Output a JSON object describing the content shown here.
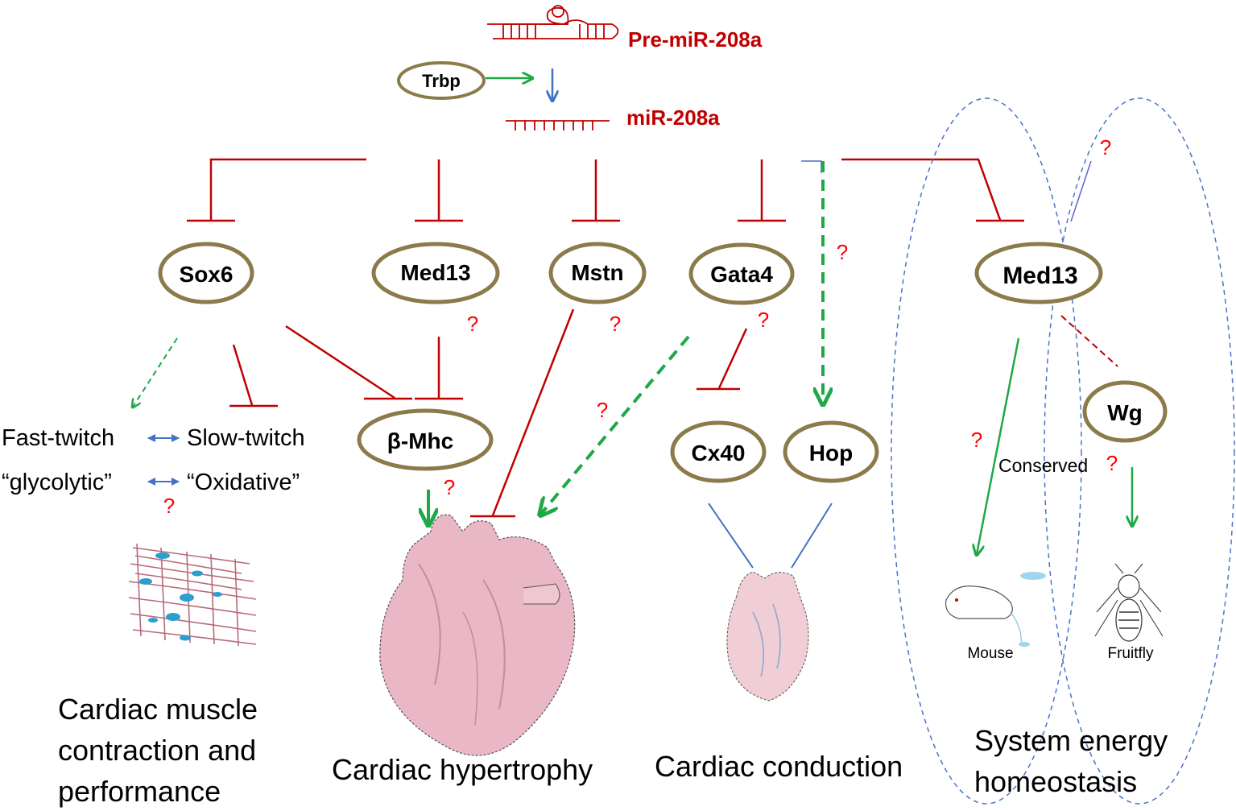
{
  "mirna": {
    "pre_label": "Pre-miR-208a",
    "mature_label": "miR-208a",
    "processor": "Trbp"
  },
  "targets": {
    "sox6": "Sox6",
    "med13_left": "Med13",
    "mstn": "Mstn",
    "gata4": "Gata4",
    "med13_right": "Med13"
  },
  "downstream": {
    "beta_mhc": "β-Mhc",
    "cx40": "Cx40",
    "hop": "Hop",
    "wg": "Wg"
  },
  "fiber_types": {
    "fast": "Fast-twitch",
    "slow": "Slow-twitch",
    "glycolytic": "“glycolytic”",
    "oxidative": "“Oxidative”"
  },
  "unknown_mark": "?",
  "conserved_label": "Conserved",
  "organisms": {
    "mouse": "Mouse",
    "fly": "Fruitfly"
  },
  "outcomes": {
    "muscle_line1": "Cardiac muscle",
    "muscle_line2": "contraction and",
    "muscle_line3": "performance",
    "hypertrophy": "Cardiac hypertrophy",
    "conduction": "Cardiac conduction",
    "energy_line1": "System energy",
    "energy_line2": "homeostasis"
  },
  "colors": {
    "inhibit": "#c00000",
    "activate": "#1fa847",
    "node_border": "#8b7a4a",
    "processing_arrow": "#4472c4",
    "dashed_region": "#4a74c9",
    "question": "#ff0000"
  }
}
